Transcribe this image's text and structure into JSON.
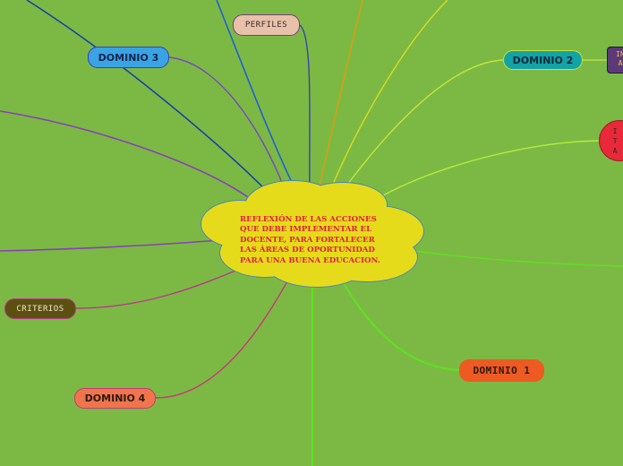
{
  "central_topic": "REFLEXIÓN DE LAS ACCIONES QUE DEBE IMPLEMENTAR EL DOCENTE, PARA FORTALECER LAS ÁREAS DE OPORTUNIDAD PARA UNA BUENA EDUCACION.",
  "nodes": {
    "perfiles": "PERFILES",
    "dominio_3": "DOMINIO 3",
    "dominio_2": "DOMINIO 2",
    "criterios": "CRITERIOS",
    "dominio_1": "DOMINIO 1",
    "dominio_4": "DOMINIO 4"
  },
  "partial_nodes": {
    "purple_right": "IN\nA",
    "red_right": "I\nT\nA"
  },
  "colors": {
    "background": "#7cb944",
    "cloud_fill": "#e6db1a",
    "cloud_stroke": "#4a86b4",
    "central_text": "#e0203c",
    "perfiles": "#e8c1aa",
    "dominio_3": "#3aa3e6",
    "dominio_2": "#13a3a6",
    "criterios": "#5c5010",
    "dominio_1": "#ed5a22",
    "dominio_4": "#f0744c",
    "purple_node": "#5c3a7a",
    "red_node": "#e8293a"
  }
}
